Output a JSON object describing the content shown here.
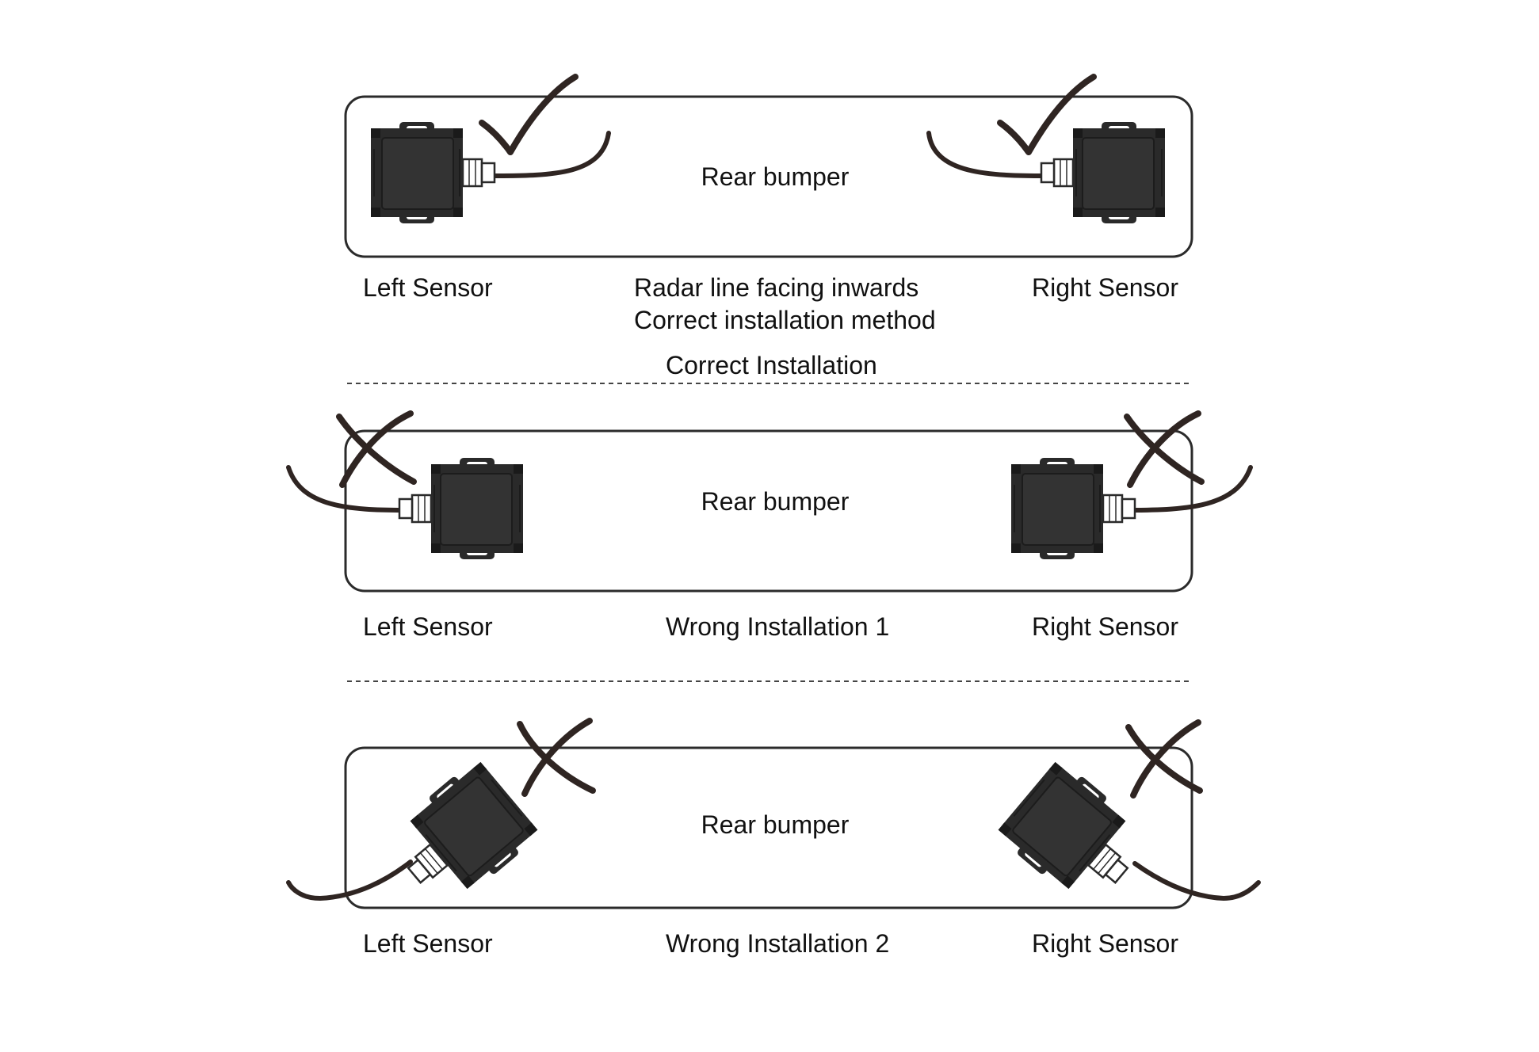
{
  "colors": {
    "outline": "#2b2b2b",
    "sensor_body": "#2a2a2a",
    "sensor_face": "#333333",
    "cable": "#2f2522",
    "mark": "#2f2522",
    "connector": "#ffffff",
    "divider": "#444444"
  },
  "panels": [
    {
      "bumper_label": "Rear bumper",
      "left_sensor_label": "Left Sensor",
      "right_sensor_label": "Right Sensor",
      "caption_lines": [
        "Radar line facing inwards",
        "Correct installation method"
      ],
      "section_title": "Correct Installation",
      "left_mark": "check-icon",
      "right_mark": "check-icon"
    },
    {
      "bumper_label": "Rear bumper",
      "left_sensor_label": "Left Sensor",
      "right_sensor_label": "Right Sensor",
      "caption": "Wrong Installation 1",
      "left_mark": "cross-icon",
      "right_mark": "cross-icon"
    },
    {
      "bumper_label": "Rear bumper",
      "left_sensor_label": "Left Sensor",
      "right_sensor_label": "Right Sensor",
      "caption": "Wrong Installation 2",
      "left_mark": "cross-icon",
      "right_mark": "cross-icon"
    }
  ]
}
